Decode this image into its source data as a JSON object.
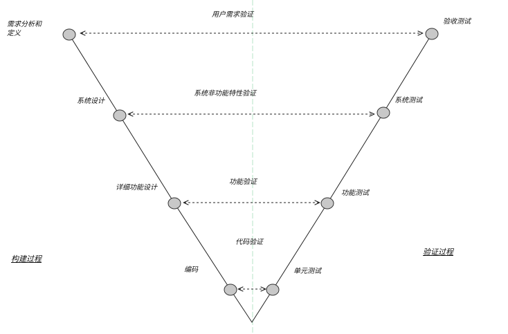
{
  "diagram": {
    "left": {
      "requirements": "需求分析和定义",
      "system_design": "系统设计",
      "detailed_design": "详细功能设计",
      "coding": "编码",
      "process": "构建过程"
    },
    "right": {
      "acceptance": "验收测试",
      "system_test": "系统测试",
      "function_test": "功能测试",
      "unit_test": "单元测试",
      "process": "验证过程"
    },
    "center": {
      "user_requirements_verification": "用户需求验证",
      "system_nonfunctional_verification": "系统非功能特性验证",
      "function_verification": "功能验证",
      "code_verification": "代码验证"
    },
    "colors": {
      "line": "#222222",
      "node_fill": "#c8c8c8",
      "node_stroke": "#333333",
      "centerline": "#b7e4c7"
    }
  }
}
